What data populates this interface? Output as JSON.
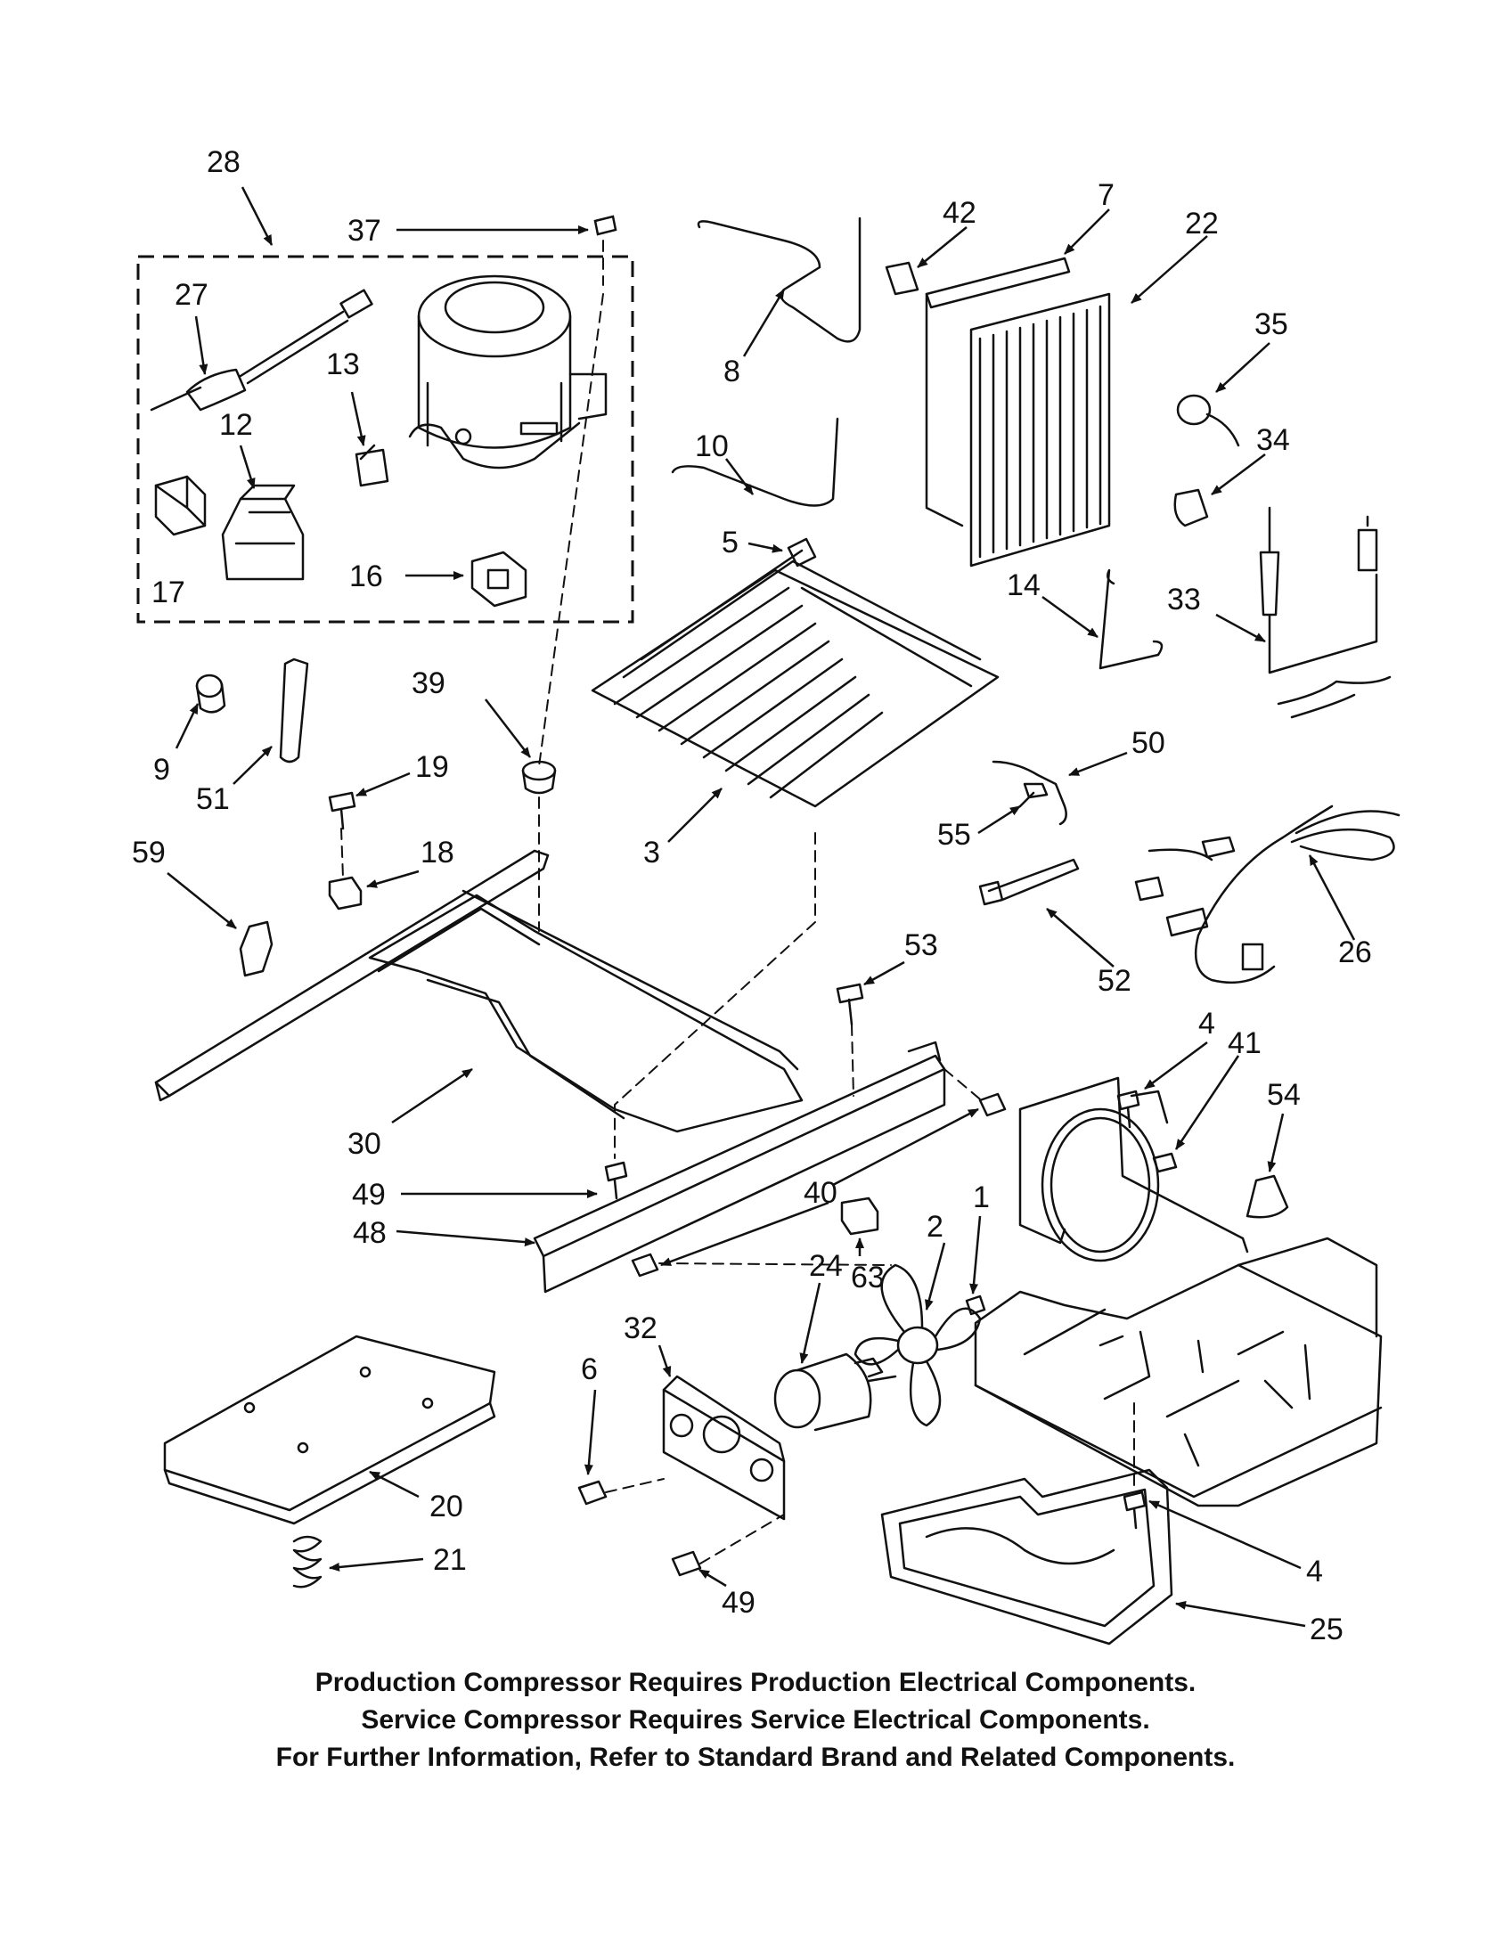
{
  "diagram": {
    "callouts": [
      "28",
      "37",
      "27",
      "13",
      "12",
      "17",
      "16",
      "8",
      "42",
      "7",
      "22",
      "35",
      "34",
      "10",
      "5",
      "14",
      "33",
      "39",
      "9",
      "51",
      "19",
      "18",
      "59",
      "3",
      "50",
      "55",
      "26",
      "52",
      "53",
      "4",
      "41",
      "54",
      "30",
      "49",
      "40",
      "48",
      "2",
      "1",
      "63",
      "24",
      "32",
      "6",
      "20",
      "21",
      "49",
      "4",
      "25"
    ]
  },
  "notes": {
    "line1": "Production Compressor Requires Production Electrical Components.",
    "line2": "Service Compressor Requires Service Electrical Components.",
    "line3": "For Further Information, Refer to Standard Brand and Related Components."
  }
}
